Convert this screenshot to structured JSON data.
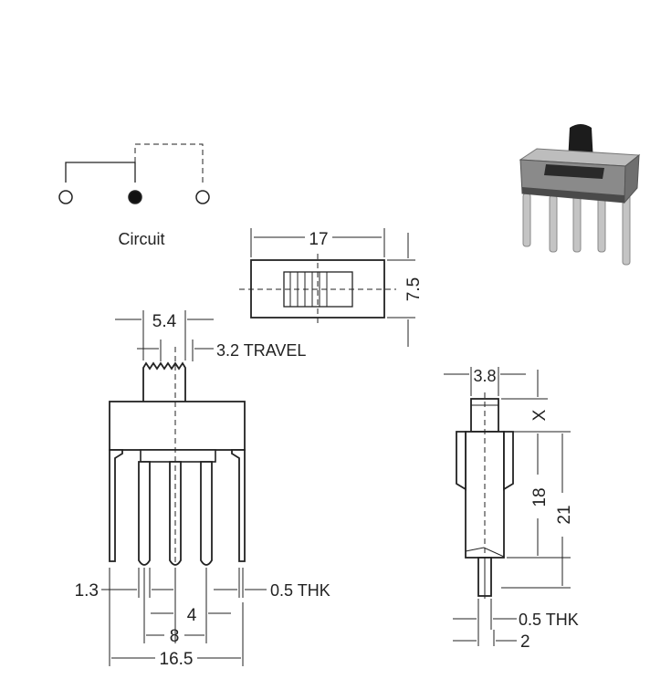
{
  "circuit": {
    "label": "Circuit"
  },
  "top_view": {
    "width": "17",
    "height": "7.5"
  },
  "front_view": {
    "actuator_width": "5.4",
    "travel": "3.2 TRAVEL",
    "pin_width": "1.3",
    "pin_thickness": "0.5 THK",
    "pin_pitch": "4",
    "outer_pin_span": "8",
    "body_width": "16.5"
  },
  "side_view": {
    "actuator_width": "3.8",
    "actuator_height": "X",
    "body_height": "18",
    "overall_height": "21",
    "pin_thickness": "0.5 THK",
    "pin_offset": "2"
  },
  "colors": {
    "line": "#222222",
    "photo_body": "#8a8a8a",
    "photo_knob": "#1c1c1c",
    "photo_pins": "#b8b8b8"
  }
}
